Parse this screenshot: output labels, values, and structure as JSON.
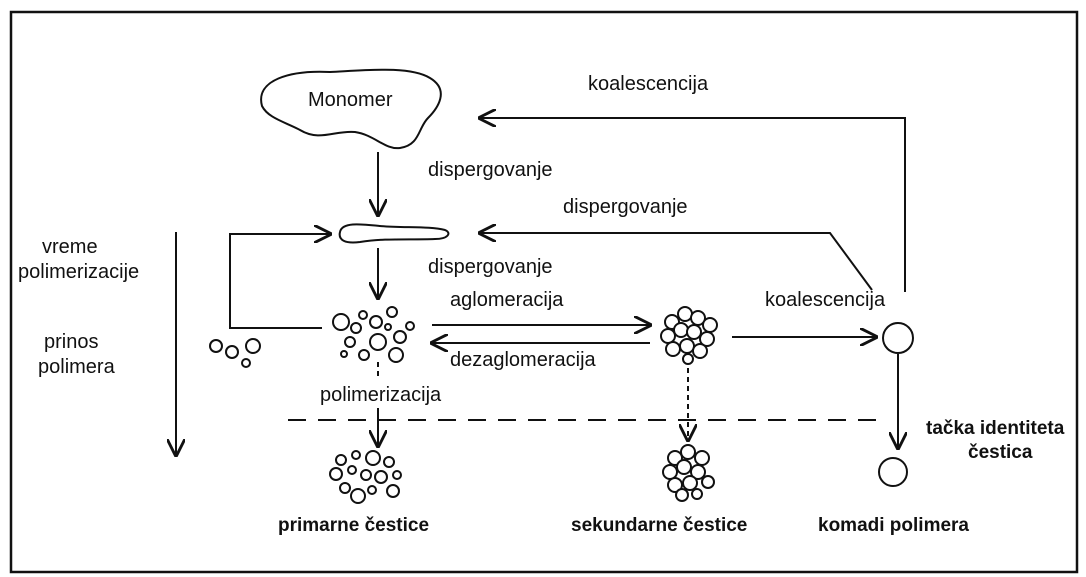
{
  "labels": {
    "monomer": "Monomer",
    "koalescencija_top": "koalescencija",
    "dispergovanje_1": "dispergovanje",
    "dispergovanje_2": "dispergovanje",
    "dispergovanje_3": "dispergovanje",
    "vreme": "vreme",
    "polimerizacije": "polimerizacije",
    "prinos": "prinos",
    "polimera": "polimera",
    "aglomeracija": "aglomeracija",
    "dezaglomeracija": "dezaglomeracija",
    "koalescencija_mid": "koalescencija",
    "polimerizacija": "polimerizacija",
    "tacka_identiteta": "tačka identiteta",
    "cestica": "čestica",
    "primarne_cestice": "primarne čestice",
    "sekundarne_cestice": "sekundarne čestice",
    "komadi_polimera": "komadi polimera"
  },
  "colors": {
    "ink": "#111111",
    "background": "#ffffff"
  }
}
